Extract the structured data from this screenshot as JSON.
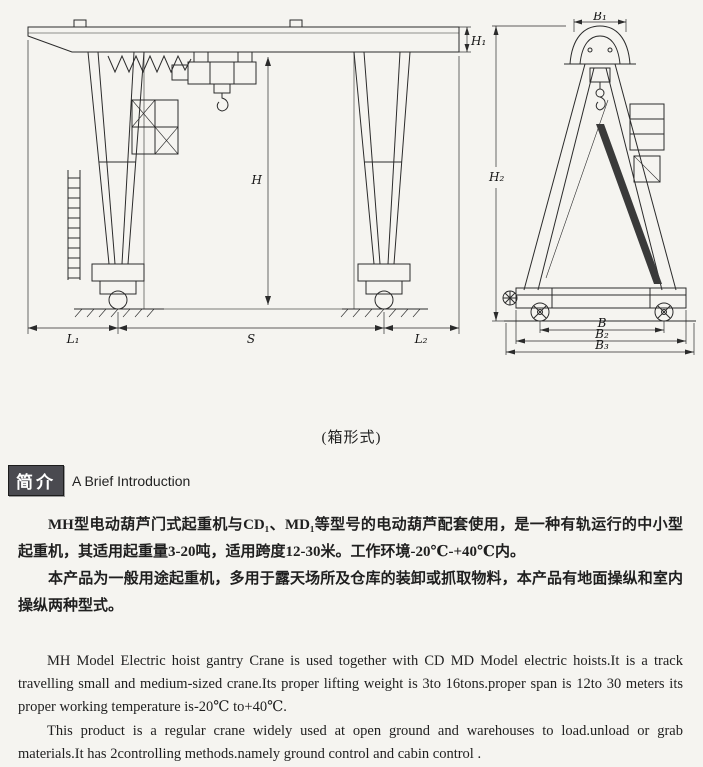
{
  "colors": {
    "badge_bg": "#4a4a50",
    "ink": "#1f1f1f",
    "line": "#2b2b2b",
    "page_bg": "#f5f4f0"
  },
  "figure": {
    "caption": "(箱形式)",
    "front_view": {
      "dim_h1": "H₁",
      "dim_h": "H",
      "dim_l1": "L₁",
      "dim_s": "S",
      "dim_l2": "L₂"
    },
    "side_view": {
      "dim_b1": "B₁",
      "dim_h2": "H₂",
      "dim_b": "B",
      "dim_b2": "B₂",
      "dim_b3": "B₃"
    }
  },
  "section": {
    "badge": "简介",
    "title": "A Brief Introduction"
  },
  "chinese": {
    "p1": "MH型电动葫芦门式起重机与CD₁、MD₁等型号的电动葫芦配套使用，是一种有轨运行的中小型起重机，其适用起重量3-20吨，适用跨度12-30米。工作环境-20℃-+40℃内。",
    "p2": "本产品为一般用途起重机，多用于露天场所及仓库的装卸或抓取物料，本产品有地面操纵和室内操纵两种型式。"
  },
  "english": {
    "p1": "MH Model Electric hoist gantry Crane is used together with CD MD Model electric hoists.It is a track travelling small and medium-sized crane.Its proper lifting weight is 3to 16tons.proper span is 12to 30 meters its proper working temperature is-20℃ to+40℃.",
    "p2": "This product is a regular crane widely used at open ground and warehouses to load.unload or grab materials.It has 2controlling methods.namely ground control and cabin control ."
  }
}
